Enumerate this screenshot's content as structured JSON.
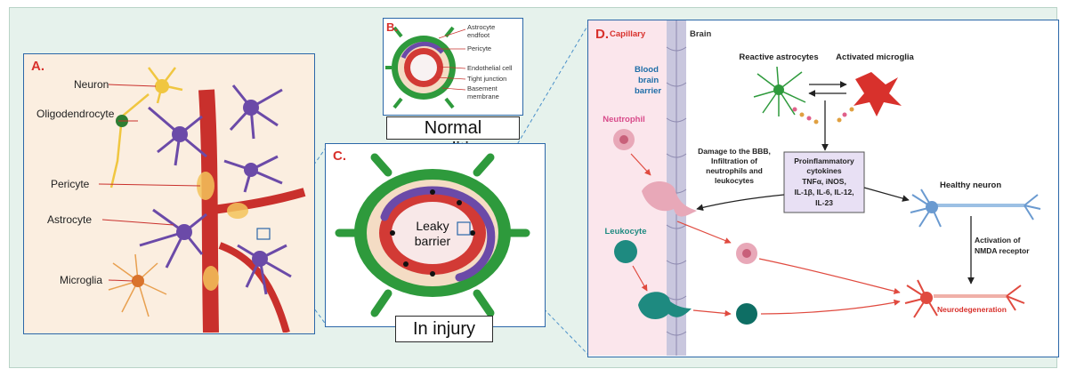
{
  "panel_a": {
    "letter": "A.",
    "labels": {
      "neuron": "Neuron",
      "oligodendrocyte": "Oligodendrocyte",
      "pericyte": "Pericyte",
      "astrocyte": "Astrocyte",
      "microglia": "Microglia"
    }
  },
  "panel_b": {
    "letter": "B.",
    "labels": {
      "astrocyte_endfoot_1": "Astrocyte",
      "astrocyte_endfoot_2": "endfoot",
      "pericyte": "Pericyte",
      "endothelial": "Endothelial cell",
      "tight_junction": "Tight junction",
      "basement_1": "Basement",
      "basement_2": "membrane"
    },
    "caption": "Normal condition"
  },
  "panel_c": {
    "letter": "C.",
    "leaky_1": "Leaky",
    "leaky_2": "barrier",
    "caption": "In injury"
  },
  "panel_d": {
    "letter": "D.",
    "capillary": "Capillary",
    "brain": "Brain",
    "bbb_1": "Blood",
    "bbb_2": "brain",
    "bbb_3": "barrier",
    "reactive_astrocytes": "Reactive astrocytes",
    "activated_microglia": "Activated microglia",
    "neutrophil": "Neutrophil",
    "leukocyte": "Leukocyte",
    "damage_1": "Damage to the BBB,",
    "damage_2": "Infiltration of",
    "damage_3": "neutrophils and",
    "damage_4": "leukocytes",
    "cyto_1": "Proinflammatory",
    "cyto_2": "cytokines",
    "cyto_3": "TNFα, iNOS,",
    "cyto_4": "IL-1β, IL-6, IL-12,",
    "cyto_5": "IL-23",
    "healthy_neuron": "Healthy neuron",
    "nmda_1": "Activation of",
    "nmda_2": "NMDA receptor",
    "neurodegeneration": "Neurodegeneration"
  },
  "colors": {
    "accent_red": "#d8312c",
    "vessel": "#c9302c",
    "astro_purple": "#6b4aa8",
    "endfoot_green": "#2e9a3c",
    "frame_blue": "#2b67a8"
  }
}
